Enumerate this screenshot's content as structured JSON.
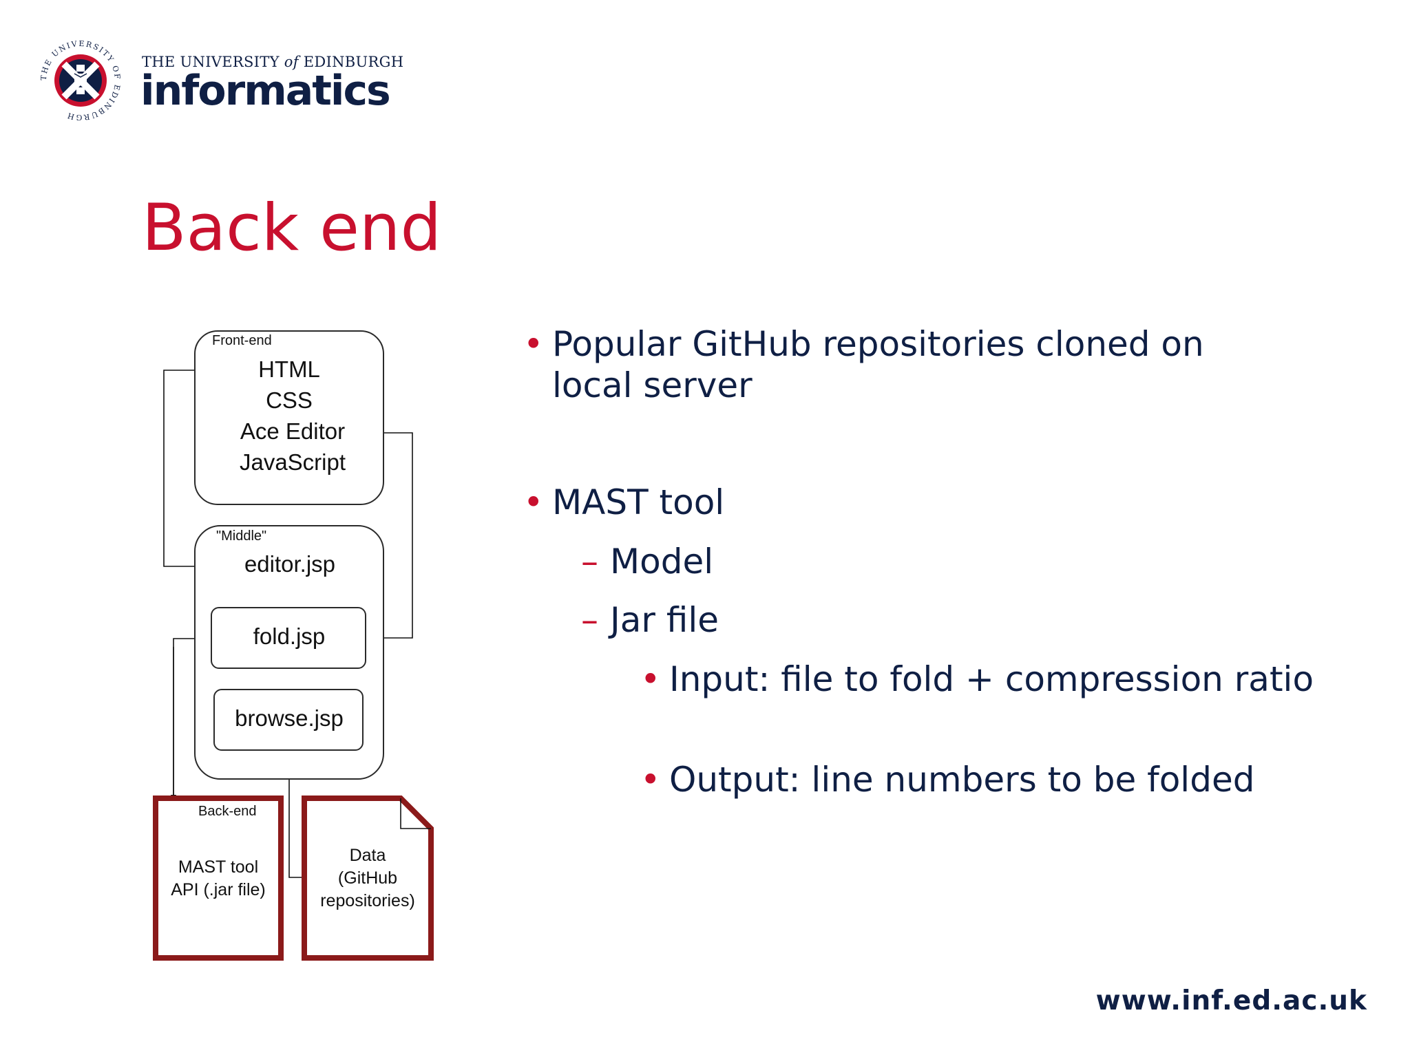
{
  "header": {
    "crest_text": "THE UNIVERSITY OF EDINBURGH",
    "university_line_pre": "THE UNIVERSITY",
    "university_line_of": "of",
    "university_line_post": "EDINBURGH",
    "brand": "informatics",
    "brand_color": "#0f1f44",
    "crest_color": "#c8102e"
  },
  "slide": {
    "title": "Back end",
    "title_color": "#c8102e"
  },
  "diagram": {
    "frontend": {
      "label": "Front-end",
      "items": [
        "HTML",
        "CSS",
        "Ace Editor",
        "JavaScript"
      ]
    },
    "middle": {
      "label": "\"Middle\"",
      "editor": "editor.jsp",
      "fold": "fold.jsp",
      "browse": "browse.jsp"
    },
    "backend": {
      "label": "Back-end",
      "line1": "MAST tool",
      "line2": "API (.jar file)"
    },
    "data": {
      "line1": "Data",
      "line2": "(GitHub",
      "line3": "repositories)"
    },
    "border_color": "#8b1a1a"
  },
  "bullets": {
    "b1": "Popular GitHub repositories cloned on local server",
    "b2": "MAST tool",
    "b2_sub1": "Model",
    "b2_sub2": "Jar file",
    "b2_sub2_a": "Input: file to fold + compression ratio",
    "b2_sub2_b": "Output: line numbers to be folded",
    "bullet_mark": "•",
    "dash_mark": "–"
  },
  "footer": {
    "url": "www.inf.ed.ac.uk"
  }
}
